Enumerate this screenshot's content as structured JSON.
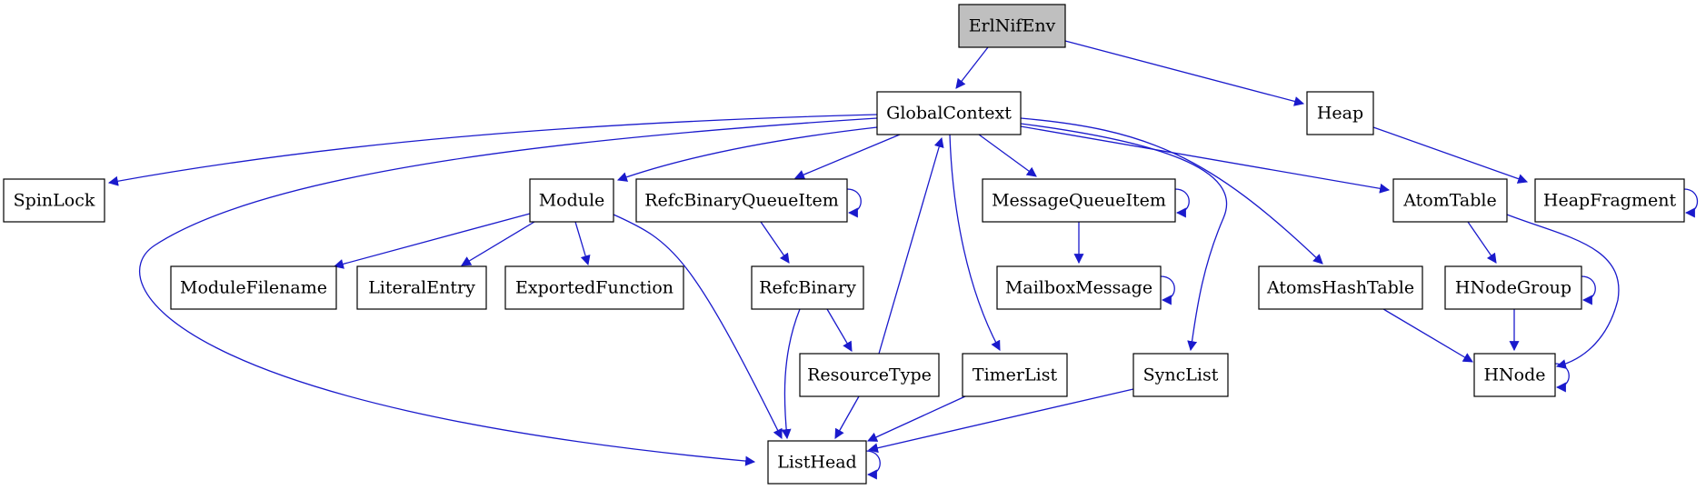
{
  "diagram": {
    "type": "collaboration-graph",
    "colors": {
      "edge": "#1a1acc",
      "root_fill": "#bfbfbf",
      "node_fill": "#ffffff",
      "border": "#000000"
    },
    "nodes": {
      "ErlNifEnv": "ErlNifEnv",
      "GlobalContext": "GlobalContext",
      "Heap": "Heap",
      "SpinLock": "SpinLock",
      "Module": "Module",
      "RefcBinaryQueueItem": "RefcBinaryQueueItem",
      "MessageQueueItem": "MessageQueueItem",
      "AtomTable": "AtomTable",
      "HeapFragment": "HeapFragment",
      "ModuleFilename": "ModuleFilename",
      "LiteralEntry": "LiteralEntry",
      "ExportedFunction": "ExportedFunction",
      "RefcBinary": "RefcBinary",
      "MailboxMessage": "MailboxMessage",
      "AtomsHashTable": "AtomsHashTable",
      "HNodeGroup": "HNodeGroup",
      "ResourceType": "ResourceType",
      "TimerList": "TimerList",
      "SyncList": "SyncList",
      "HNode": "HNode",
      "ListHead": "ListHead"
    },
    "edges": [
      [
        "ErlNifEnv",
        "GlobalContext"
      ],
      [
        "ErlNifEnv",
        "Heap"
      ],
      [
        "Heap",
        "HeapFragment"
      ],
      [
        "HeapFragment",
        "HeapFragment"
      ],
      [
        "GlobalContext",
        "SpinLock"
      ],
      [
        "GlobalContext",
        "Module"
      ],
      [
        "GlobalContext",
        "RefcBinaryQueueItem"
      ],
      [
        "GlobalContext",
        "MessageQueueItem"
      ],
      [
        "GlobalContext",
        "AtomTable"
      ],
      [
        "GlobalContext",
        "AtomsHashTable"
      ],
      [
        "GlobalContext",
        "TimerList"
      ],
      [
        "GlobalContext",
        "SyncList"
      ],
      [
        "GlobalContext",
        "ListHead"
      ],
      [
        "Module",
        "ModuleFilename"
      ],
      [
        "Module",
        "LiteralEntry"
      ],
      [
        "Module",
        "ExportedFunction"
      ],
      [
        "Module",
        "ListHead"
      ],
      [
        "RefcBinaryQueueItem",
        "RefcBinaryQueueItem"
      ],
      [
        "RefcBinaryQueueItem",
        "RefcBinary"
      ],
      [
        "RefcBinary",
        "ResourceType"
      ],
      [
        "RefcBinary",
        "ListHead"
      ],
      [
        "ResourceType",
        "GlobalContext"
      ],
      [
        "ResourceType",
        "ListHead"
      ],
      [
        "MessageQueueItem",
        "MessageQueueItem"
      ],
      [
        "MessageQueueItem",
        "MailboxMessage"
      ],
      [
        "MailboxMessage",
        "MailboxMessage"
      ],
      [
        "TimerList",
        "ListHead"
      ],
      [
        "SyncList",
        "ListHead"
      ],
      [
        "AtomTable",
        "HNodeGroup"
      ],
      [
        "AtomTable",
        "HNode"
      ],
      [
        "AtomsHashTable",
        "HNode"
      ],
      [
        "HNodeGroup",
        "HNodeGroup"
      ],
      [
        "HNodeGroup",
        "HNode"
      ],
      [
        "HNode",
        "HNode"
      ],
      [
        "ListHead",
        "ListHead"
      ]
    ]
  }
}
